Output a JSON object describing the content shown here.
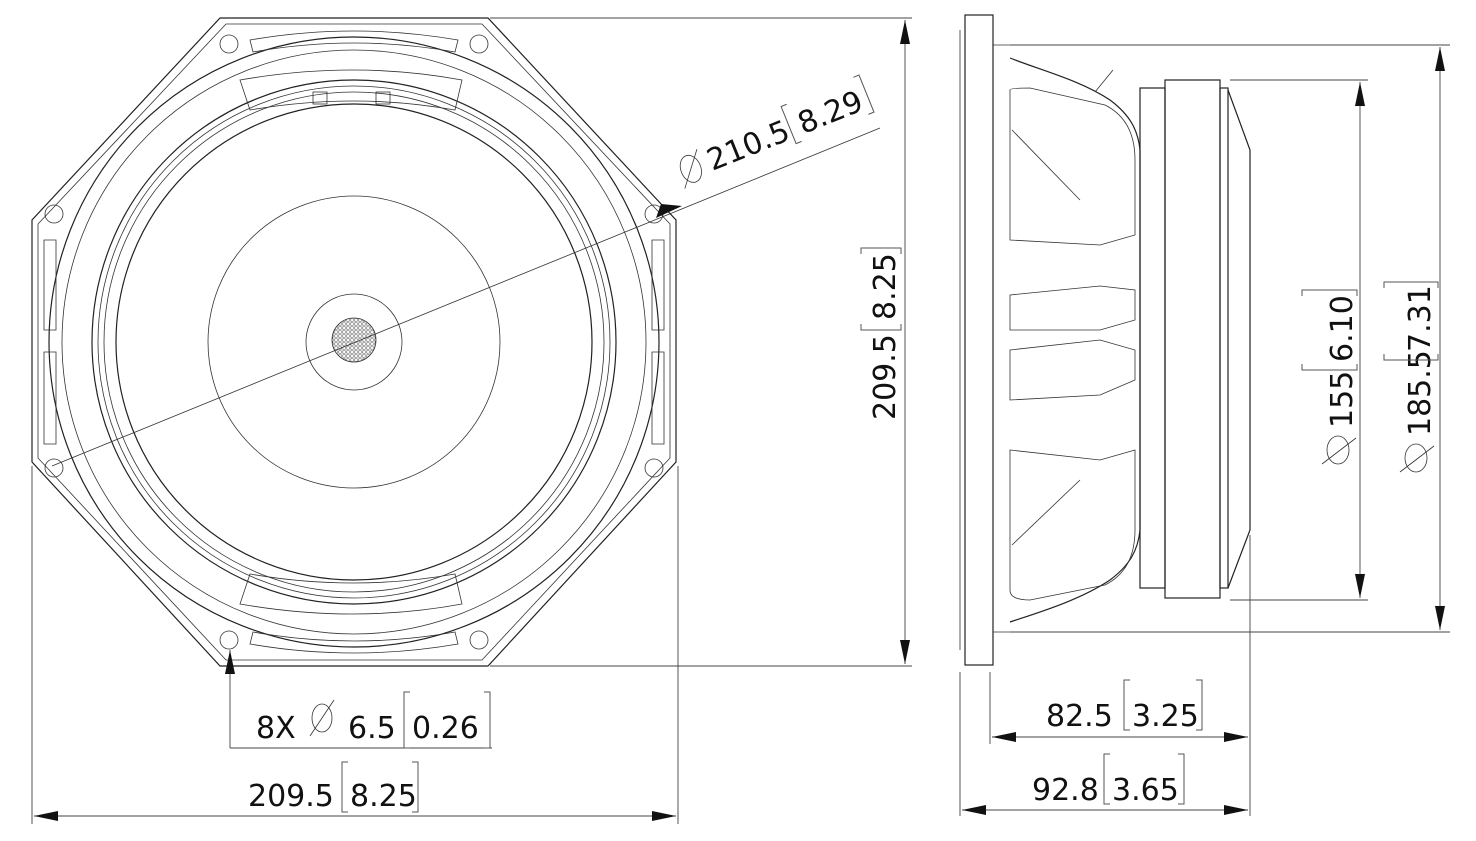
{
  "front_view": {
    "outer_diameter": {
      "mm": "210.5",
      "in": "8.29"
    },
    "height": {
      "mm": "209.5",
      "in": "8.25"
    },
    "width": {
      "mm": "209.5",
      "in": "8.25"
    },
    "mounting_holes": {
      "count": "8X",
      "mm": "6.5",
      "in": "0.26"
    }
  },
  "side_view": {
    "depth_frame": {
      "mm": "82.5",
      "in": "3.25"
    },
    "depth_total": {
      "mm": "92.8",
      "in": "3.65"
    },
    "magnet_diameter": {
      "mm": "155",
      "in": "6.10"
    },
    "frame_diameter": {
      "mm": "185.5",
      "in": "7.31"
    }
  },
  "symbols": {
    "diameter": "diameter-symbol-icon"
  }
}
